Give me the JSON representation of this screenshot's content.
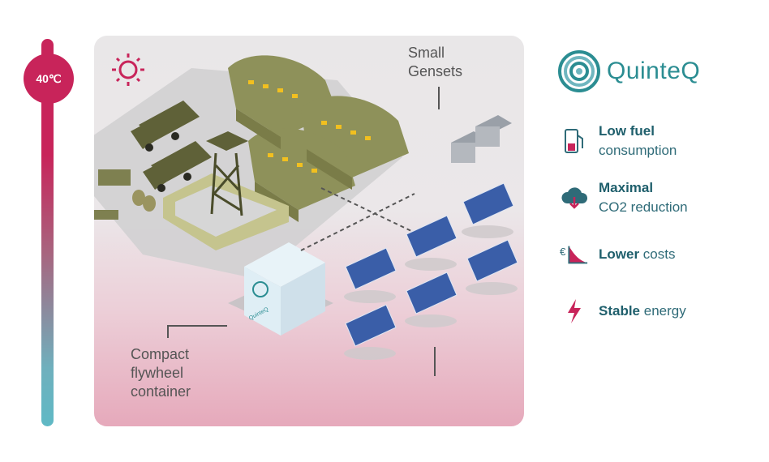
{
  "temperature": {
    "label": "40℃"
  },
  "callouts": {
    "gensets": [
      "Small",
      "Gensets"
    ],
    "flywheel": [
      "Compact",
      "flywheel",
      "container"
    ]
  },
  "container_logo_text": "QuinteQ",
  "brand": {
    "name": "QuinteQ"
  },
  "features": [
    {
      "bold": "Low fuel",
      "rest": "consumption",
      "icon": "fuel-pump-icon"
    },
    {
      "bold": "Maximal",
      "rest": "CO2 reduction",
      "icon": "cloud-down-icon"
    },
    {
      "bold": "Lower",
      "rest": " costs",
      "icon": "euro-decline-icon"
    },
    {
      "bold": "Stable",
      "rest": " energy",
      "icon": "lightning-icon"
    }
  ],
  "colors": {
    "accent": "#c8245a",
    "brand": "#2b8d92",
    "text": "#2f6b78"
  }
}
